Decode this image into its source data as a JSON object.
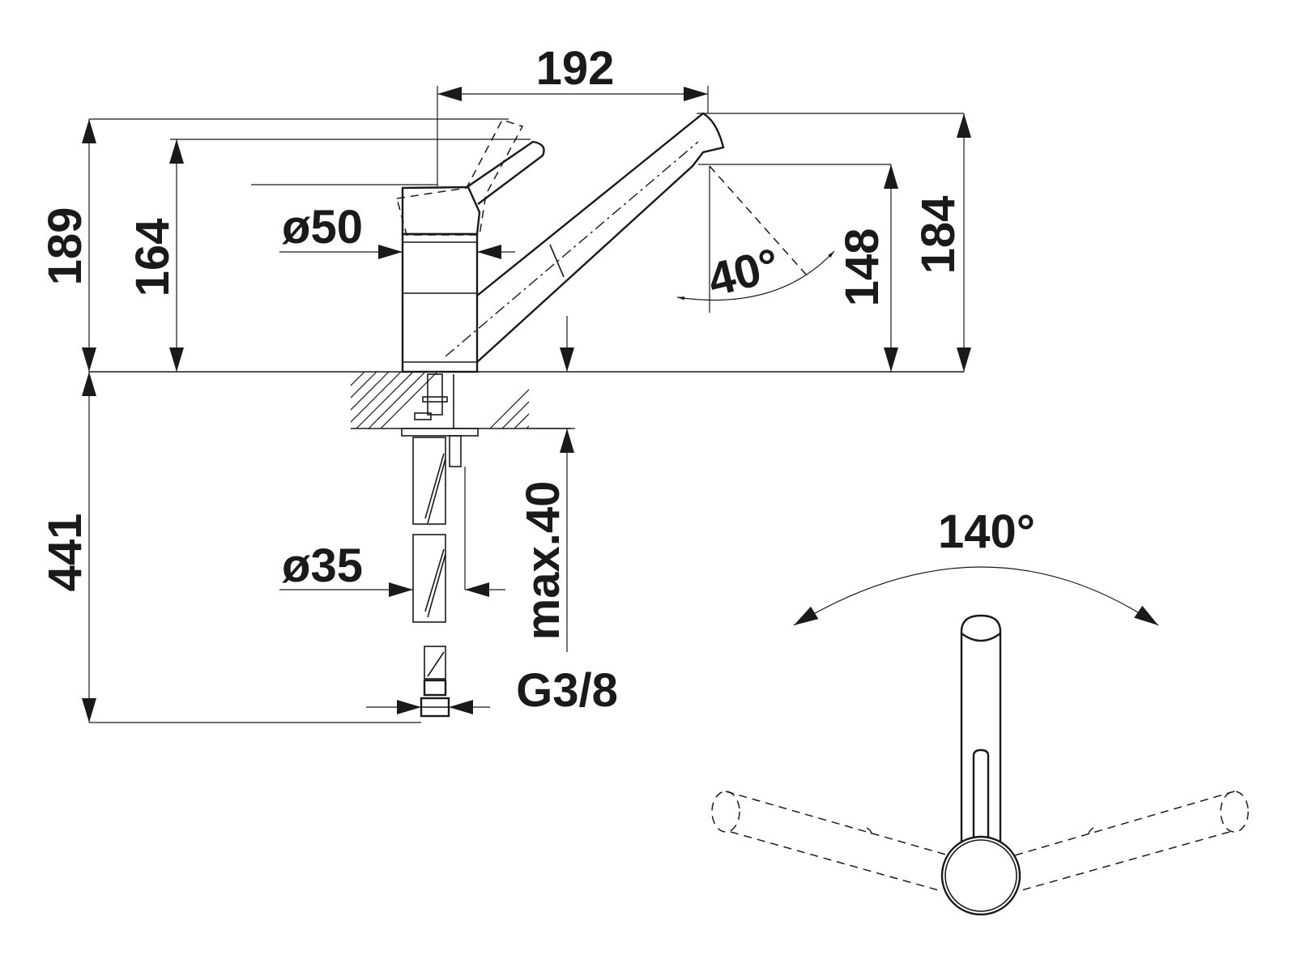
{
  "dimensions": {
    "spout_reach": "192",
    "total_height": "189",
    "lever_height": "164",
    "body_diameter": "ø50",
    "aerator_angle": "40°",
    "outlet_height": "148",
    "spout_height": "184",
    "hose_length": "441",
    "mount_diameter": "ø35",
    "max_deck_thickness": "max.40",
    "connection_thread": "G3/8",
    "swivel_angle": "140°"
  }
}
